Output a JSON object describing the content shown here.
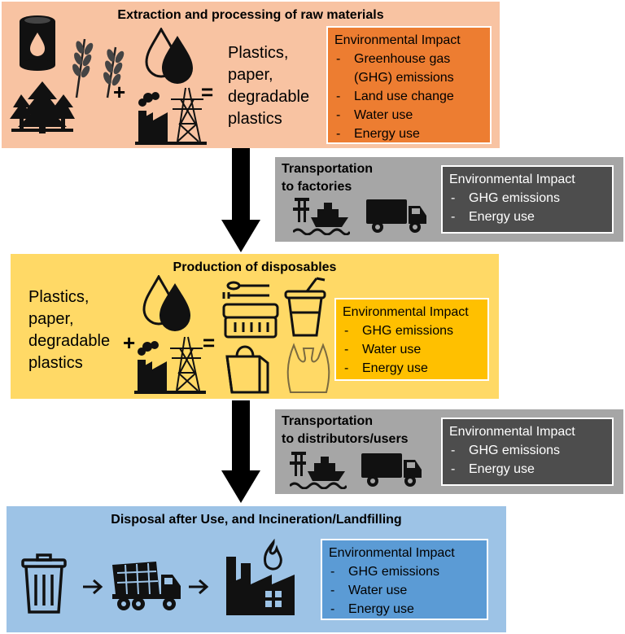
{
  "stage1": {
    "title": "Extraction and processing of raw materials",
    "materials": [
      "Plastics,",
      "paper,",
      "degradable",
      "plastics"
    ],
    "plus": "+",
    "equals": "=",
    "impact": {
      "header": "Environmental Impact",
      "items": [
        "Greenhouse gas",
        "(GHG) emissions",
        "Land use change",
        "Water use",
        "Energy use"
      ],
      "bg": "#ED7D31"
    },
    "bg": "#F8C3A2"
  },
  "transport1": {
    "title": [
      "Transportation",
      "to factories"
    ],
    "impact": {
      "header": "Environmental Impact",
      "items": [
        "GHG emissions",
        "Energy use"
      ],
      "bg": "#4D4D4D"
    },
    "bg": "#A6A6A6"
  },
  "stage2": {
    "title": "Production of disposables",
    "materials": [
      "Plastics,",
      "paper,",
      "degradable",
      "plastics"
    ],
    "plus": "+",
    "equals": "=",
    "impact": {
      "header": "Environmental Impact",
      "items": [
        "GHG emissions",
        "Water use",
        "Energy use"
      ],
      "bg": "#FFC000"
    },
    "bg": "#FFD966"
  },
  "transport2": {
    "title": [
      "Transportation",
      "to distributors/users"
    ],
    "impact": {
      "header": "Environmental Impact",
      "items": [
        "GHG emissions",
        "Energy use"
      ],
      "bg": "#4D4D4D"
    },
    "bg": "#A6A6A6"
  },
  "stage3": {
    "title": "Disposal after Use, and Incineration/Landfilling",
    "impact": {
      "header": "Environmental Impact",
      "items": [
        "GHG emissions",
        "Water use",
        "Energy use"
      ],
      "bg": "#5B9BD5"
    },
    "bg": "#9DC3E6"
  }
}
